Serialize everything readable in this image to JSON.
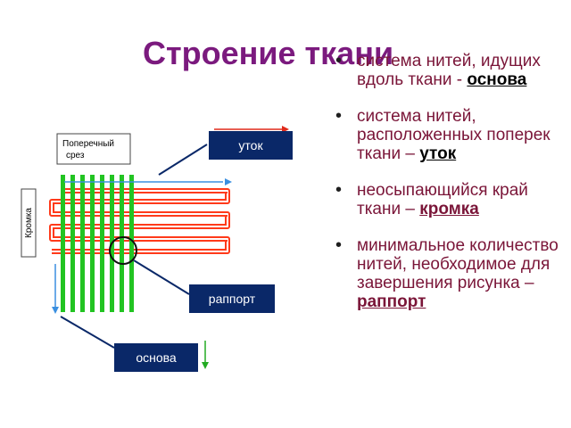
{
  "title": "Строение ткани",
  "bullets": [
    {
      "text": "система нитей, идущих вдоль ткани - ",
      "term": "основа"
    },
    {
      "text": "система нитей, расположенных поперек ткани – ",
      "term": "уток"
    },
    {
      "text": "неосыпающийся край ткани – ",
      "term": "кромка"
    },
    {
      "text": "минимальное количество нитей, необходимое для завершения рисунка – ",
      "term": "раппорт"
    }
  ],
  "diagram": {
    "cross_section_label_line1": "Поперечный",
    "cross_section_label_line2": "срез",
    "selvage_label": "Кромка",
    "weft_label": "уток",
    "rapport_label": "раппорт",
    "warp_label": "основа",
    "colors": {
      "warp": "#22c422",
      "weft": "#ff3a1a",
      "label_box": "#0a2868",
      "arrow_blue": "#3a8fe0",
      "arrow_red": "#e02a1a",
      "arrow_green": "#22aa22",
      "title": "#7b1a7e",
      "bullet_text": "#7a1538"
    }
  }
}
